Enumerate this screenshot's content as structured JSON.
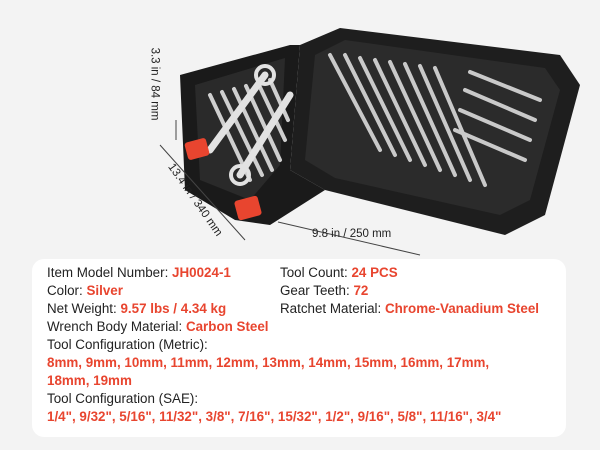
{
  "dimensions": {
    "height": "3.3 in / 84 mm",
    "length": "13.4 in / 340 mm",
    "width": "9.8 in / 250 mm"
  },
  "specs": {
    "model": {
      "label": "Item Model Number:",
      "value": "JH0024-1"
    },
    "tool_count": {
      "label": "Tool Count:",
      "value": "24 PCS"
    },
    "color": {
      "label": "Color:",
      "value": "Silver"
    },
    "gear_teeth": {
      "label": "Gear Teeth:",
      "value": "72"
    },
    "net_weight": {
      "label": "Net Weight:",
      "value": "9.57 lbs / 4.34 kg"
    },
    "ratchet_material": {
      "label": "Ratchet Material:",
      "value": "Chrome-Vanadium Steel"
    },
    "body_material": {
      "label": "Wrench Body Material:",
      "value": "Carbon Steel"
    },
    "metric": {
      "label": "Tool Configuration (Metric):",
      "line1": "8mm, 9mm, 10mm, 11mm, 12mm, 13mm, 14mm, 15mm, 16mm, 17mm,",
      "line2": "18mm, 19mm"
    },
    "sae": {
      "label": "Tool Configuration (SAE):",
      "value": "1/4\", 9/32\", 5/16\", 11/32\", 3/8\", 7/16\", 15/32\", 1/2\", 9/16\", 5/8\", 11/16\", 3/4\""
    }
  },
  "colors": {
    "accent": "#e8452f",
    "case": "#1c1c1c",
    "latch": "#e8452f"
  }
}
